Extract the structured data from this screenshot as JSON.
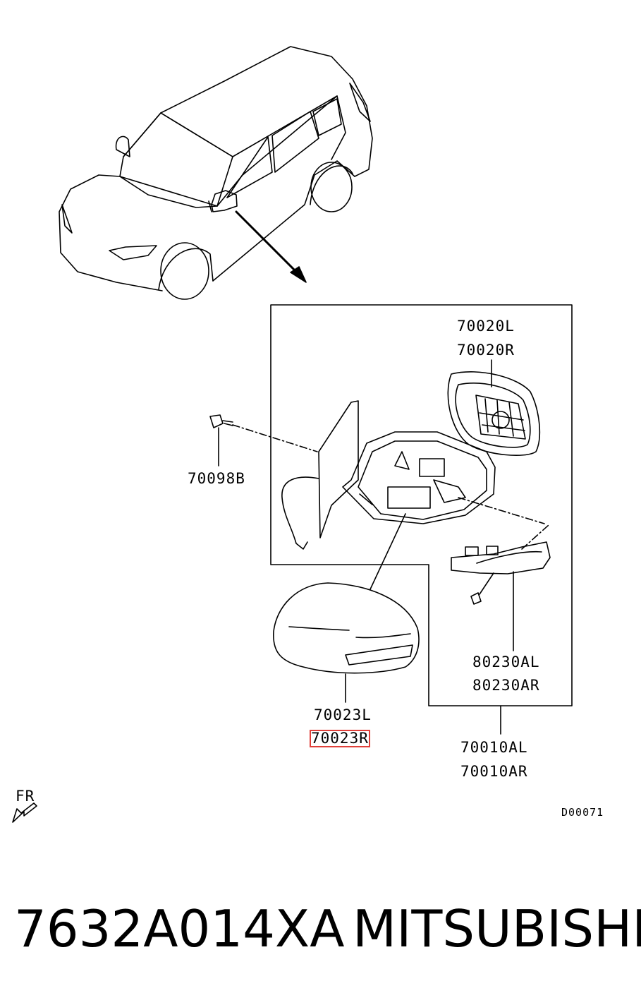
{
  "labels": {
    "glass_left": "70020L",
    "glass_right": "70020R",
    "screw": "70098B",
    "lamp_left": "80230AL",
    "lamp_right": "80230AR",
    "cover_left": "70023L",
    "cover_right": "70023R",
    "assy_left": "70010AL",
    "assy_right": "70010AR",
    "front_marker": "FR",
    "diagram_code": "D00071"
  },
  "footer": {
    "part_number": "7632A014XA",
    "brand": "MITSUBISHI"
  },
  "colors": {
    "line": "#000000",
    "highlight": "#e0403a"
  }
}
